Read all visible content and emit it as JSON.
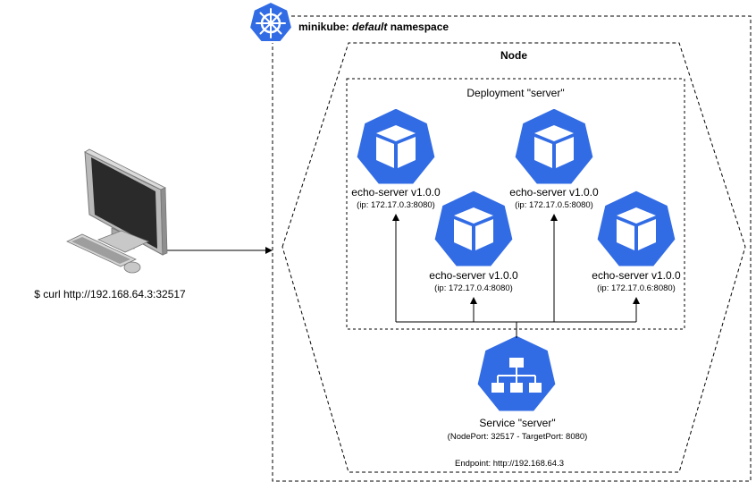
{
  "namespace": {
    "prefix": "minikube: ",
    "name": "default",
    "suffix": " namespace"
  },
  "node": {
    "title": "Node"
  },
  "deployment": {
    "title": "Deployment \"server\""
  },
  "pods": [
    {
      "name": "echo-server v1.0.0",
      "ip": "(ip: 172.17.0.3:8080)"
    },
    {
      "name": "echo-server v1.0.0",
      "ip": "(ip: 172.17.0.4:8080)"
    },
    {
      "name": "echo-server v1.0.0",
      "ip": "(ip: 172.17.0.5:8080)"
    },
    {
      "name": "echo-server v1.0.0",
      "ip": "(ip: 172.17.0.6:8080)"
    }
  ],
  "service": {
    "title": "Service \"server\"",
    "ports": "(NodePort: 32517 - TargetPort: 8080)"
  },
  "endpoint": "Endpoint: http://192.168.64.3",
  "client": {
    "command": "$ curl http://192.168.64.3:32517"
  },
  "colors": {
    "k8s_blue": "#326CE5",
    "line": "#000000"
  },
  "icons": [
    "kubernetes-helm-icon",
    "pod-cube-icon",
    "service-network-icon",
    "computer-icon"
  ]
}
